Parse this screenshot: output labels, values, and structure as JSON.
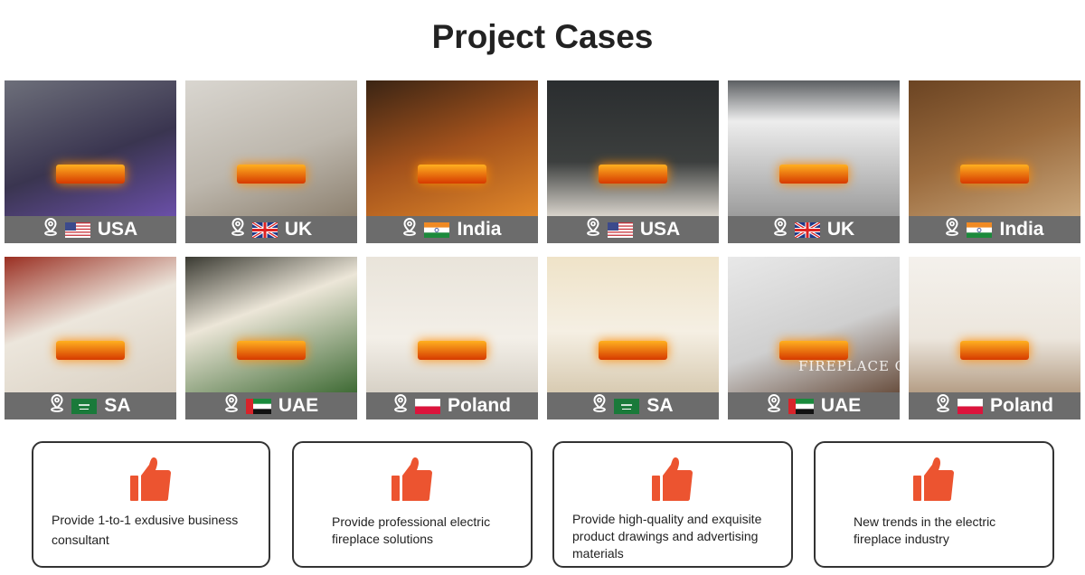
{
  "title": "Project Cases",
  "colors": {
    "bar": "#6c6c6c",
    "accent": "#ec5430"
  },
  "watermark": "FIREPLACE CRAFTSMAN",
  "cases": [
    {
      "country": "USA",
      "flag": "us",
      "bg": "linear-gradient(160deg,#6d6f7a,#3a3550 55%,#6a4fa8)"
    },
    {
      "country": "UK",
      "flag": "uk",
      "bg": "linear-gradient(160deg,#d9d6d0,#bdb7ad 55%,#8d8170)"
    },
    {
      "country": "India",
      "flag": "in",
      "bg": "linear-gradient(160deg,#3a2414,#a3521c 50%,#e0872a)"
    },
    {
      "country": "USA",
      "flag": "us",
      "bg": "linear-gradient(180deg,#2a2d2f,#3c3f3e 60%,#d8d3cb)"
    },
    {
      "country": "UK",
      "flag": "uk",
      "bg": "linear-gradient(180deg,#5c5f62,#ededed 30%,#9c9c9c)"
    },
    {
      "country": "India",
      "flag": "in",
      "bg": "linear-gradient(160deg,#6b4423,#9b6b3d 50%,#c7a57b)"
    },
    {
      "country": "SA",
      "flag": "sa",
      "bg": "linear-gradient(160deg,#9a2f22,#ece6dc 45%,#d9d0c2)"
    },
    {
      "country": "UAE",
      "flag": "ae",
      "bg": "linear-gradient(160deg,#3a3a32,#ece6d8 40%,#3f6b35)"
    },
    {
      "country": "Poland",
      "flag": "pl",
      "bg": "linear-gradient(180deg,#e9e4da,#f3efe8 60%,#d7d1c6)"
    },
    {
      "country": "SA",
      "flag": "sa",
      "bg": "linear-gradient(180deg,#efe3c8,#f5efe3 55%,#d8cbb2)"
    },
    {
      "country": "UAE",
      "flag": "ae",
      "bg": "linear-gradient(160deg,#e8e8e8,#cfcfcf 55%,#6a5040)"
    },
    {
      "country": "Poland",
      "flag": "pl",
      "bg": "linear-gradient(180deg,#f4f1ec,#ece6dd 60%,#b59e86)"
    }
  ],
  "features": [
    {
      "text": "Provide 1-to-1 exdusive business consultant"
    },
    {
      "text": "Provide professional electric fireplace solutions"
    },
    {
      "text": "Provide high-quality and exquisite product drawings and advertising materials"
    },
    {
      "text": "New trends in the electric fireplace industry"
    }
  ]
}
